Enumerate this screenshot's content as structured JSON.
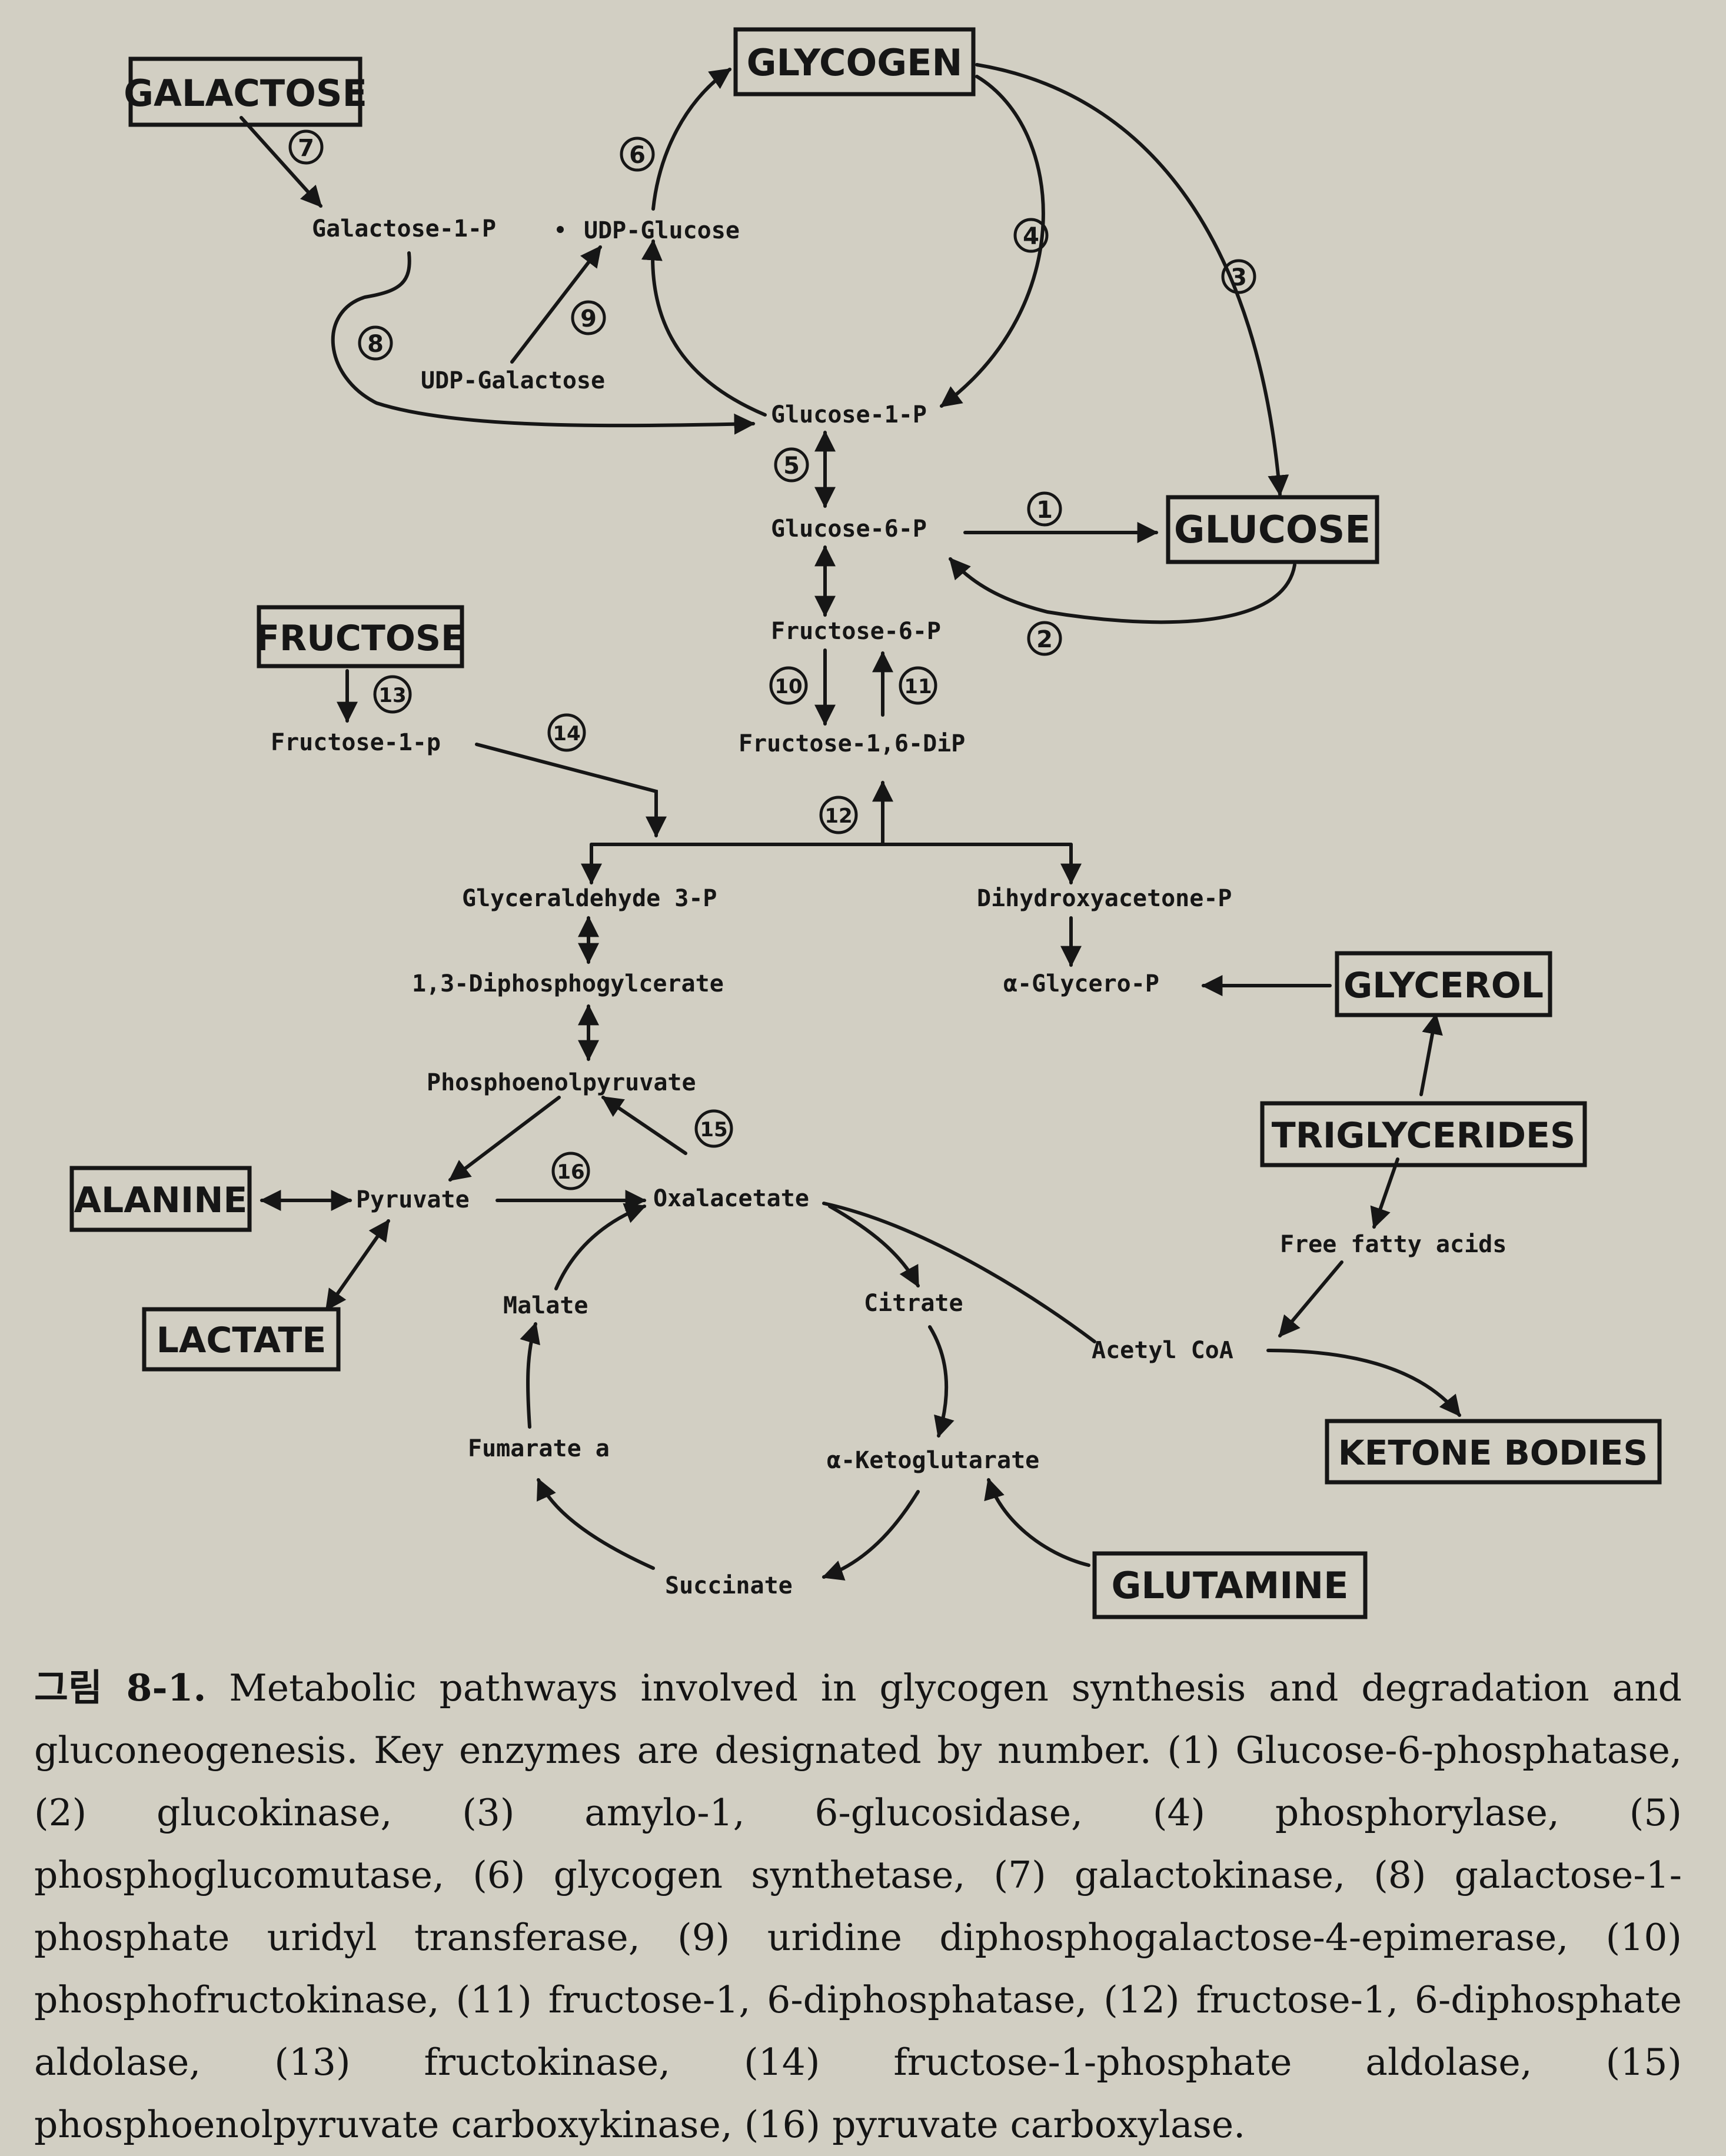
{
  "nodes": {
    "galactose": "GALACTOSE",
    "glycogen": "GLYCOGEN",
    "glucose": "GLUCOSE",
    "fructose": "FRUCTOSE",
    "glycerol": "GLYCEROL",
    "triglycerides": "TRIGLYCERIDES",
    "alanine": "ALANINE",
    "lactate": "LACTATE",
    "ketone_bodies": "KETONE BODIES",
    "glutamine": "GLUTAMINE",
    "galactose_1_p": "Galactose-1-P",
    "udp_glucose": "UDP-Glucose",
    "udp_galactose": "UDP-Galactose",
    "glucose_1_p": "Glucose-1-P",
    "glucose_6_p": "Glucose-6-P",
    "fructose_6_p": "Fructose-6-P",
    "fructose_1_p": "Fructose-1-p",
    "fructose_16_dip": "Fructose-1,6-DiP",
    "glyceraldehyde_3_p": "Glyceraldehyde 3-P",
    "dihydroxyacetone_p": "Dihydroxyacetone-P",
    "diphosphoglycerate": "1,3-Diphosphogylcerate",
    "alpha_glycero_p": "α-Glycero-P",
    "pep": "Phosphoenolpyruvate",
    "pyruvate": "Pyruvate",
    "oxalacetate": "Oxalacetate",
    "malate": "Malate",
    "citrate": "Citrate",
    "acetyl_coa": "Acetyl CoA",
    "free_fatty_acids": "Free fatty acids",
    "fumarate": "Fumarate a",
    "alpha_ketoglutarate": "α-Ketoglutarate",
    "succinate": "Succinate"
  },
  "enzyme_numbers": [
    "1",
    "2",
    "3",
    "4",
    "5",
    "6",
    "7",
    "8",
    "9",
    "10",
    "11",
    "12",
    "13",
    "14",
    "15",
    "16"
  ],
  "caption": {
    "label": "그림 8-1.",
    "text": "Metabolic pathways involved in glycogen synthesis and degradation and gluconeogenesis. Key enzymes are designated by number. (1) Glucose-6-phosphatase, (2) glucokinase, (3) amylo-1, 6-glucosidase, (4) phosphorylase, (5) phosphoglucomutase, (6) glycogen synthetase, (7) galactokinase, (8) galactose-1-phosphate uridyl transferase, (9) uridine diphosphogalactose-4-epimerase, (10) phosphofructokinase, (11) fructose-1, 6-diphosphatase, (12) fructose-1, 6-diphosphate aldolase, (13) fructokinase, (14) fructose-1-phosphate aldolase, (15) phosphoenolpyruvate carboxykinase, (16) pyruvate carboxylase."
  },
  "colors": {
    "paper": "#d2cfc3",
    "ink": "#161616"
  }
}
